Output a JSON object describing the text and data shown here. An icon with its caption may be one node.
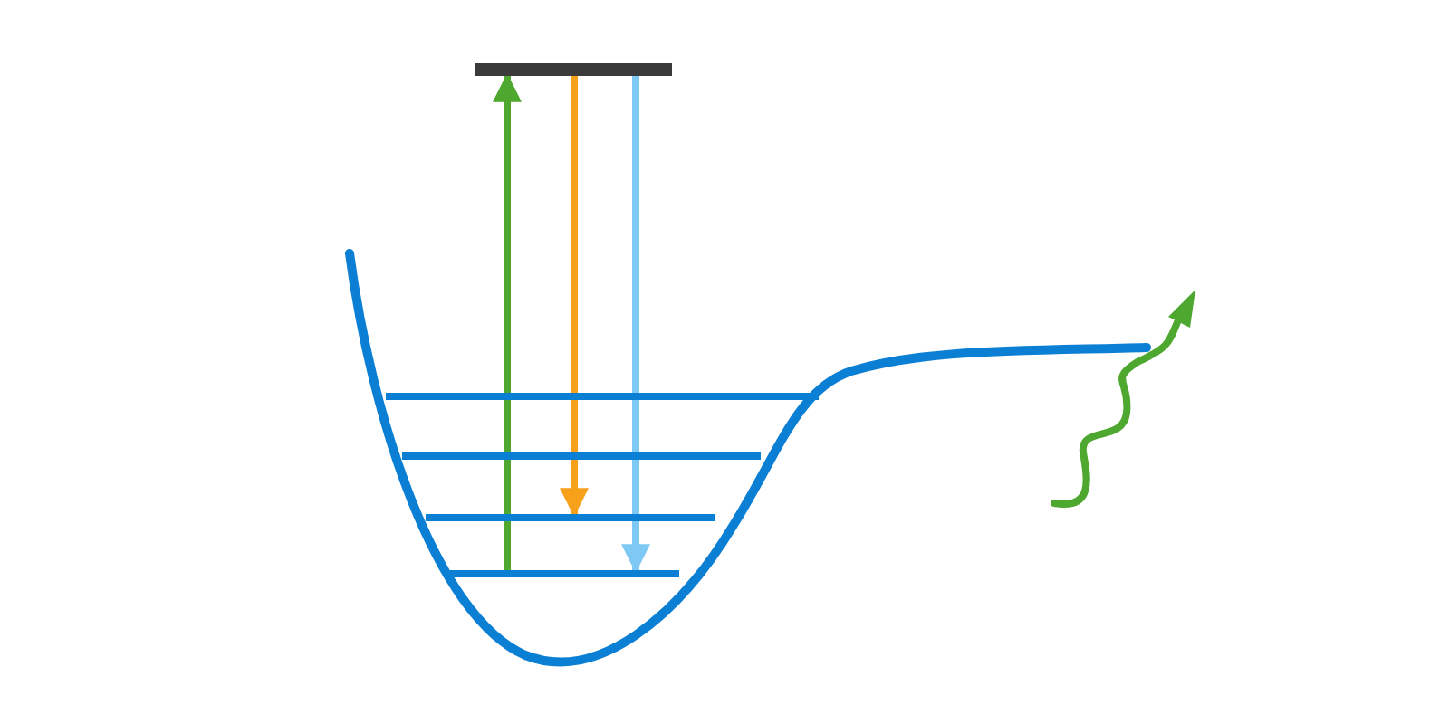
{
  "diagram": {
    "nodes": [
      {
        "text": [],
        "shape": "bar"
      },
      {
        "text": [],
        "shape": "bar"
      },
      {
        "text": [],
        "shape": "bar"
      },
      {
        "text": [],
        "shape": "bar"
      },
      {
        "text": [],
        "shape": "bar"
      }
    ],
    "edges": [
      {
        "from": 4,
        "to": 0,
        "arrow": "to",
        "color": "#4ea72e"
      },
      {
        "from": 0,
        "to": 3,
        "arrow": "to",
        "color": "#f7a11a"
      },
      {
        "from": 0,
        "to": 4,
        "arrow": "to",
        "color": "#7ec8f4"
      }
    ]
  }
}
